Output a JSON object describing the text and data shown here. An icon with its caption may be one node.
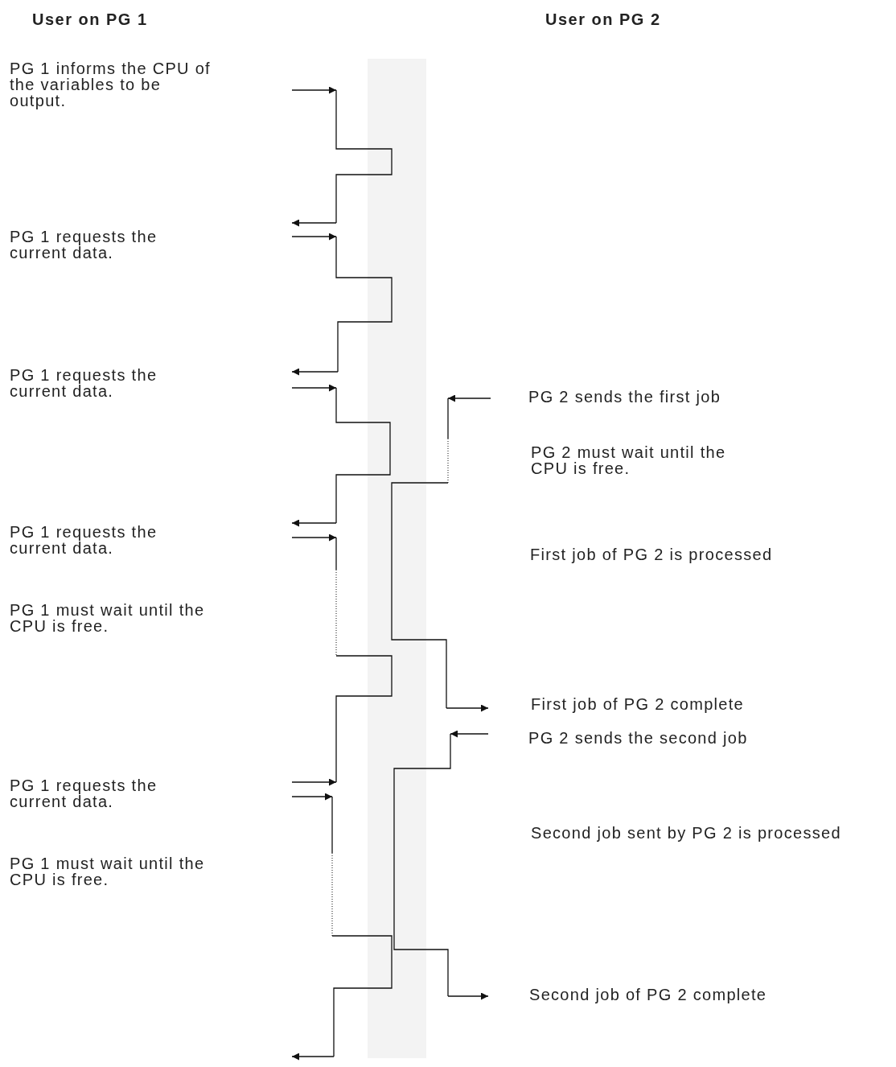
{
  "diagram": {
    "nodes": [
      {
        "text": [],
        "shape": "bar"
      }
    ],
    "labels": [
      "User on PG 1",
      "User on PG 2",
      "PG 1 informs the CPU of the variables to be output.",
      "PG 1 requests the current data.",
      "PG 1 requests the current data.",
      "PG 2 sends the first job",
      "PG 2 must wait until the CPU is free.",
      "PG 1 requests the current data.",
      "First job of PG 2 is processed",
      "PG 1 must wait until the CPU is free.",
      "First job of PG 2 complete",
      "PG 2 sends the second job",
      "PG 1 requests the current data.",
      "Second job sent by PG 2 is processed",
      "PG 1 must wait until the CPU is free.",
      "Second job of PG 2 complete"
    ]
  }
}
